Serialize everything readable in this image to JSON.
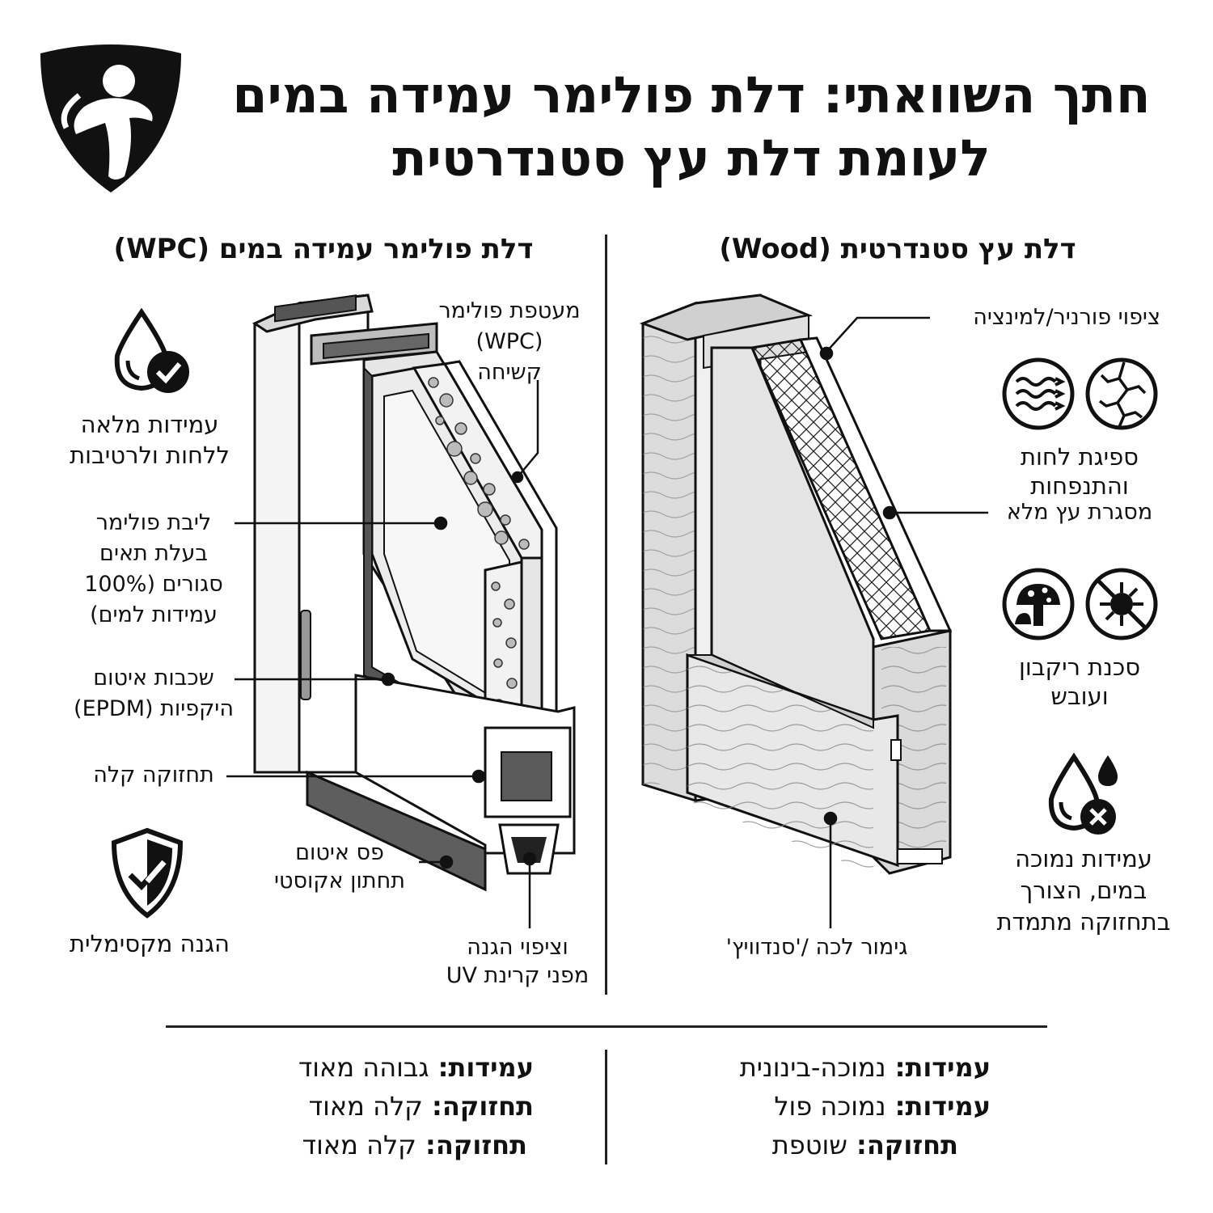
{
  "header": {
    "title_line1": "חתך השוואתי: דלת פולימר עמידה במים",
    "title_line2": "לעומת דלת עץ סטנדרטית",
    "logo_icon": "shield-figure-logo-icon"
  },
  "wpc_panel": {
    "heading": "דלת פולימר עמידה במים (WPC)",
    "callouts": {
      "coating_l1": "מעטפת פולימר",
      "coating_l2": "(WPC)",
      "coating_l3": "קשיחה",
      "core_l1": "ליבת פולימר",
      "core_l2": "בעלת תאים",
      "core_l3": "סגורים (100%",
      "core_l4": "עמידות למים)",
      "seal_l1": "שכבות איטום",
      "seal_l2": "היקפיות (EPDM)",
      "maintenance": "תחזוקה קלה",
      "bottom_seal_l1": "פס איטום",
      "bottom_seal_l2": "תחתון אקוסטי",
      "uv_l1": "וציפוי הגנה",
      "uv_l2": "מפני קרינת UV"
    },
    "features": {
      "water_l1": "עמידות מלאה",
      "water_l2": "ללחות ולרטיבות",
      "protection": "הגנה מקסימלית"
    },
    "icons": [
      "water-drop-check-icon",
      "shield-check-icon"
    ]
  },
  "wood_panel": {
    "heading": "דלת עץ סטנדרטית (Wood)",
    "callouts": {
      "veneer": "ציפוי פורניר/למינציה",
      "frame": "מסגרת עץ מלא",
      "finish": "גימור לכה /'סנדוויץ'"
    },
    "features": {
      "swell_l1": "ספיגת לחות",
      "swell_l2": "והתנפחות",
      "rot_l1": "סכנת ריקבון",
      "rot_l2": "ועובש",
      "water_l1": "עמידות נמוכה",
      "water_l2": "במים, הצורך",
      "water_l3": "בתחזוקה מתמדת"
    },
    "icons": [
      "moisture-waves-icon",
      "cracked-wood-icon",
      "mushroom-icon",
      "no-mold-icon",
      "water-drop-x-icon"
    ]
  },
  "summary": {
    "wpc": [
      {
        "key": "עמידות:",
        "value": "גבוהה מאוד"
      },
      {
        "key": "תחזוקה:",
        "value": "קלה מאוד"
      },
      {
        "key": "תחזוקה:",
        "value": "קלה מאוד"
      }
    ],
    "wood": [
      {
        "key": "עמידות:",
        "value": "נמוכה-בינונית"
      },
      {
        "key": "עמידות:",
        "value": "נמוכה פול"
      },
      {
        "key": "תחזוקה:",
        "value": "שוטפת"
      }
    ]
  }
}
